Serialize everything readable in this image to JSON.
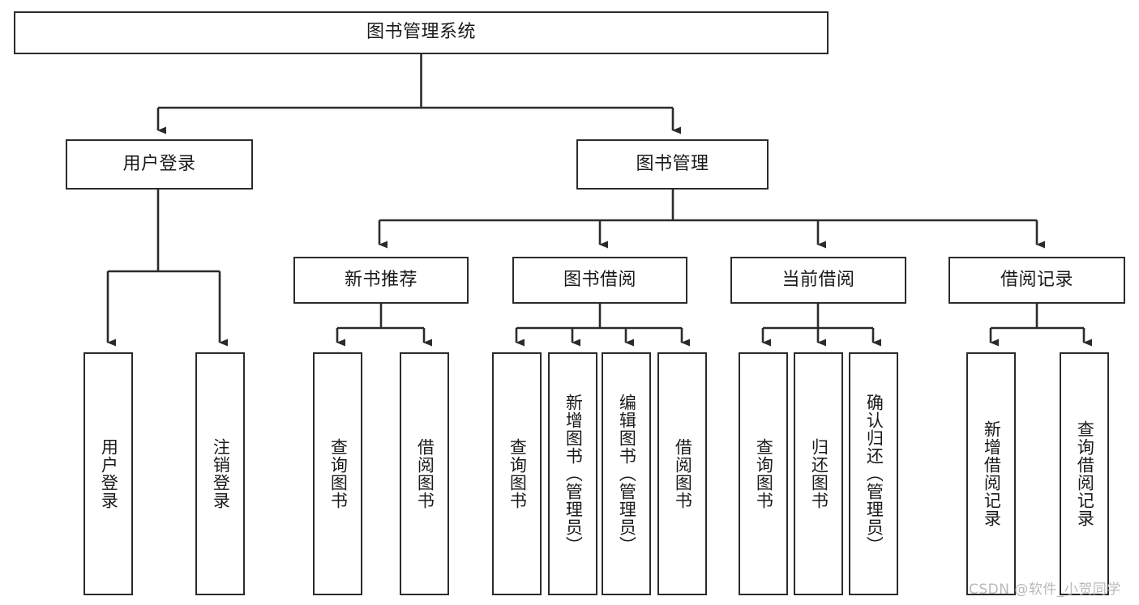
{
  "diagram": {
    "type": "tree",
    "title": "图书管理系统",
    "watermark": "CSDN @软件_小贺同学",
    "colors": {
      "node_border": "#2b2b2b",
      "node_fill": "#ffffff",
      "edge": "#2b2b2b",
      "text": "#1a1a1a",
      "watermark": "#b9b9b9",
      "background": "#ffffff"
    },
    "levels": {
      "root": {
        "label": "图书管理系统"
      },
      "level2": [
        {
          "label": "用户登录"
        },
        {
          "label": "图书管理"
        }
      ],
      "level3": [
        {
          "label": "新书推荐"
        },
        {
          "label": "图书借阅"
        },
        {
          "label": "当前借阅"
        },
        {
          "label": "借阅记录"
        }
      ],
      "leaves_user_login": [
        {
          "label": "用户登录"
        },
        {
          "label": "注销登录"
        }
      ],
      "leaves_new_book": [
        {
          "label": "查询图书"
        },
        {
          "label": "借阅图书"
        }
      ],
      "leaves_borrow": [
        {
          "label": "查询图书"
        },
        {
          "label": "新增图书（管理员）"
        },
        {
          "label": "编辑图书（管理员）"
        },
        {
          "label": "借阅图书"
        }
      ],
      "leaves_current": [
        {
          "label": "查询图书"
        },
        {
          "label": "归还图书"
        },
        {
          "label": "确认归还（管理员）"
        }
      ],
      "leaves_record": [
        {
          "label": "新增借阅记录"
        },
        {
          "label": "查询借阅记录"
        }
      ]
    }
  }
}
